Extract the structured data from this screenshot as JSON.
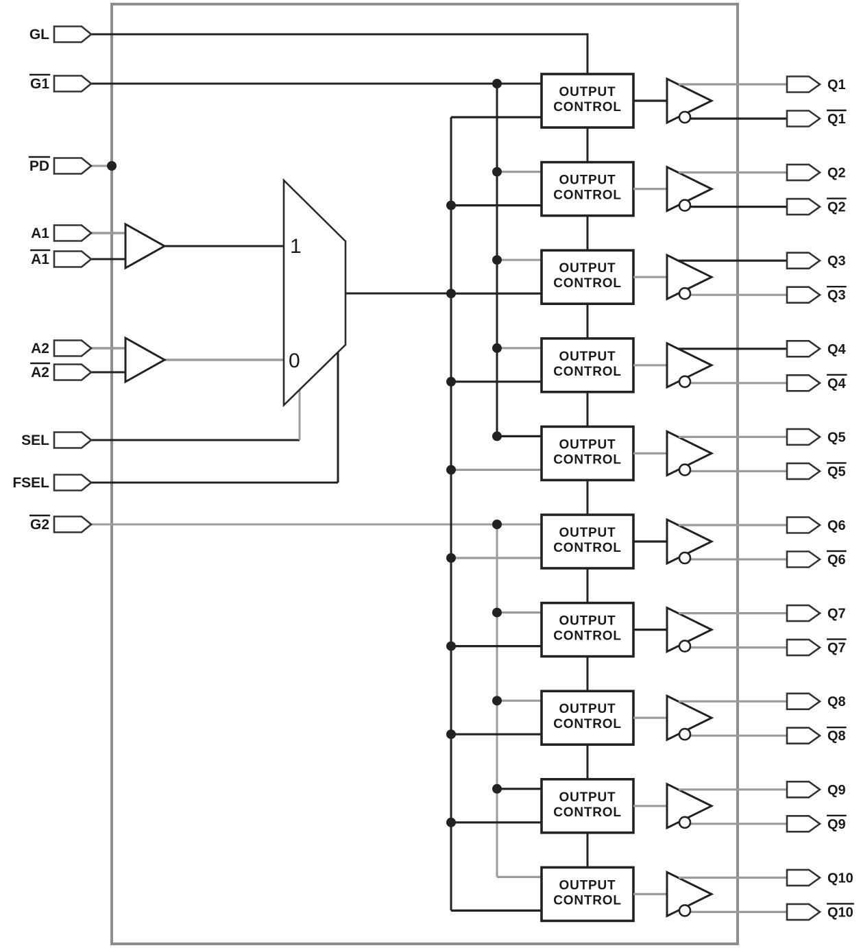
{
  "figure": {
    "description": "Functional block diagram of a 1-of-2 input clock distribution buffer with 10 differential outputs"
  },
  "colors": {
    "black": "#222222",
    "gray": "#9b9b9b",
    "border": "#8e8e8e",
    "text": "#1a1a1a",
    "fill": "#ffffff"
  },
  "left_pins": [
    {
      "id": "gl",
      "label": "GL",
      "overline": false
    },
    {
      "id": "g1",
      "label": "G1",
      "overline": true
    },
    {
      "id": "pd",
      "label": "PD",
      "overline": true
    },
    {
      "id": "a1",
      "label": "A1",
      "overline": false
    },
    {
      "id": "a1b",
      "label": "A1",
      "overline": true
    },
    {
      "id": "a2",
      "label": "A2",
      "overline": false
    },
    {
      "id": "a2b",
      "label": "A2",
      "overline": true
    },
    {
      "id": "sel",
      "label": "SEL",
      "overline": false
    },
    {
      "id": "fsel",
      "label": "FSEL",
      "overline": false
    },
    {
      "id": "g2",
      "label": "G2",
      "overline": true
    }
  ],
  "mux": {
    "input_1_label": "1",
    "input_0_label": "0"
  },
  "output_control": {
    "line1": "OUTPUT",
    "line2": "CONTROL"
  },
  "rows": [
    {
      "q_label": "Q1",
      "qb_label": "Q1",
      "gate_wire": "black",
      "clock_wire": "black",
      "buffer_in_wire": "black",
      "q_wire": "gray",
      "qb_wire": "black"
    },
    {
      "q_label": "Q2",
      "qb_label": "Q2",
      "gate_wire": "gray",
      "clock_wire": "black",
      "buffer_in_wire": "gray",
      "q_wire": "gray",
      "qb_wire": "black"
    },
    {
      "q_label": "Q3",
      "qb_label": "Q3",
      "gate_wire": "gray",
      "clock_wire": "black",
      "buffer_in_wire": "gray",
      "q_wire": "black",
      "qb_wire": "gray"
    },
    {
      "q_label": "Q4",
      "qb_label": "Q4",
      "gate_wire": "gray",
      "clock_wire": "black",
      "buffer_in_wire": "gray",
      "q_wire": "black",
      "qb_wire": "gray"
    },
    {
      "q_label": "Q5",
      "qb_label": "Q5",
      "gate_wire": "black",
      "clock_wire": "gray",
      "buffer_in_wire": "gray",
      "q_wire": "gray",
      "qb_wire": "gray"
    },
    {
      "q_label": "Q6",
      "qb_label": "Q6",
      "gate_wire": "gray",
      "clock_wire": "gray",
      "buffer_in_wire": "black",
      "q_wire": "gray",
      "qb_wire": "gray"
    },
    {
      "q_label": "Q7",
      "qb_label": "Q7",
      "gate_wire": "gray",
      "clock_wire": "black",
      "buffer_in_wire": "black",
      "q_wire": "gray",
      "qb_wire": "gray"
    },
    {
      "q_label": "Q8",
      "qb_label": "Q8",
      "gate_wire": "gray",
      "clock_wire": "black",
      "buffer_in_wire": "gray",
      "q_wire": "gray",
      "qb_wire": "gray"
    },
    {
      "q_label": "Q9",
      "qb_label": "Q9",
      "gate_wire": "black",
      "clock_wire": "black",
      "buffer_in_wire": "gray",
      "q_wire": "gray",
      "qb_wire": "gray"
    },
    {
      "q_label": "Q10",
      "qb_label": "Q10",
      "gate_wire": "gray",
      "clock_wire": "black",
      "buffer_in_wire": "gray",
      "q_wire": "gray",
      "qb_wire": "gray"
    }
  ],
  "nets": {
    "gl": "black",
    "gl_chain": "black",
    "g1": "black",
    "g2": "gray",
    "g1_bus": "black",
    "g2_bus": "gray",
    "clock_bus": "black",
    "mux_out": "black",
    "pd_stub": "gray",
    "a1_in": "gray",
    "a1_inv_in": "black",
    "a1_out": "black",
    "a2_in": "gray",
    "a2_inv_in": "black",
    "a2_out": "gray",
    "sel_h": "black",
    "sel_v": "gray",
    "fsel_h": "black",
    "fsel_v": "black"
  }
}
